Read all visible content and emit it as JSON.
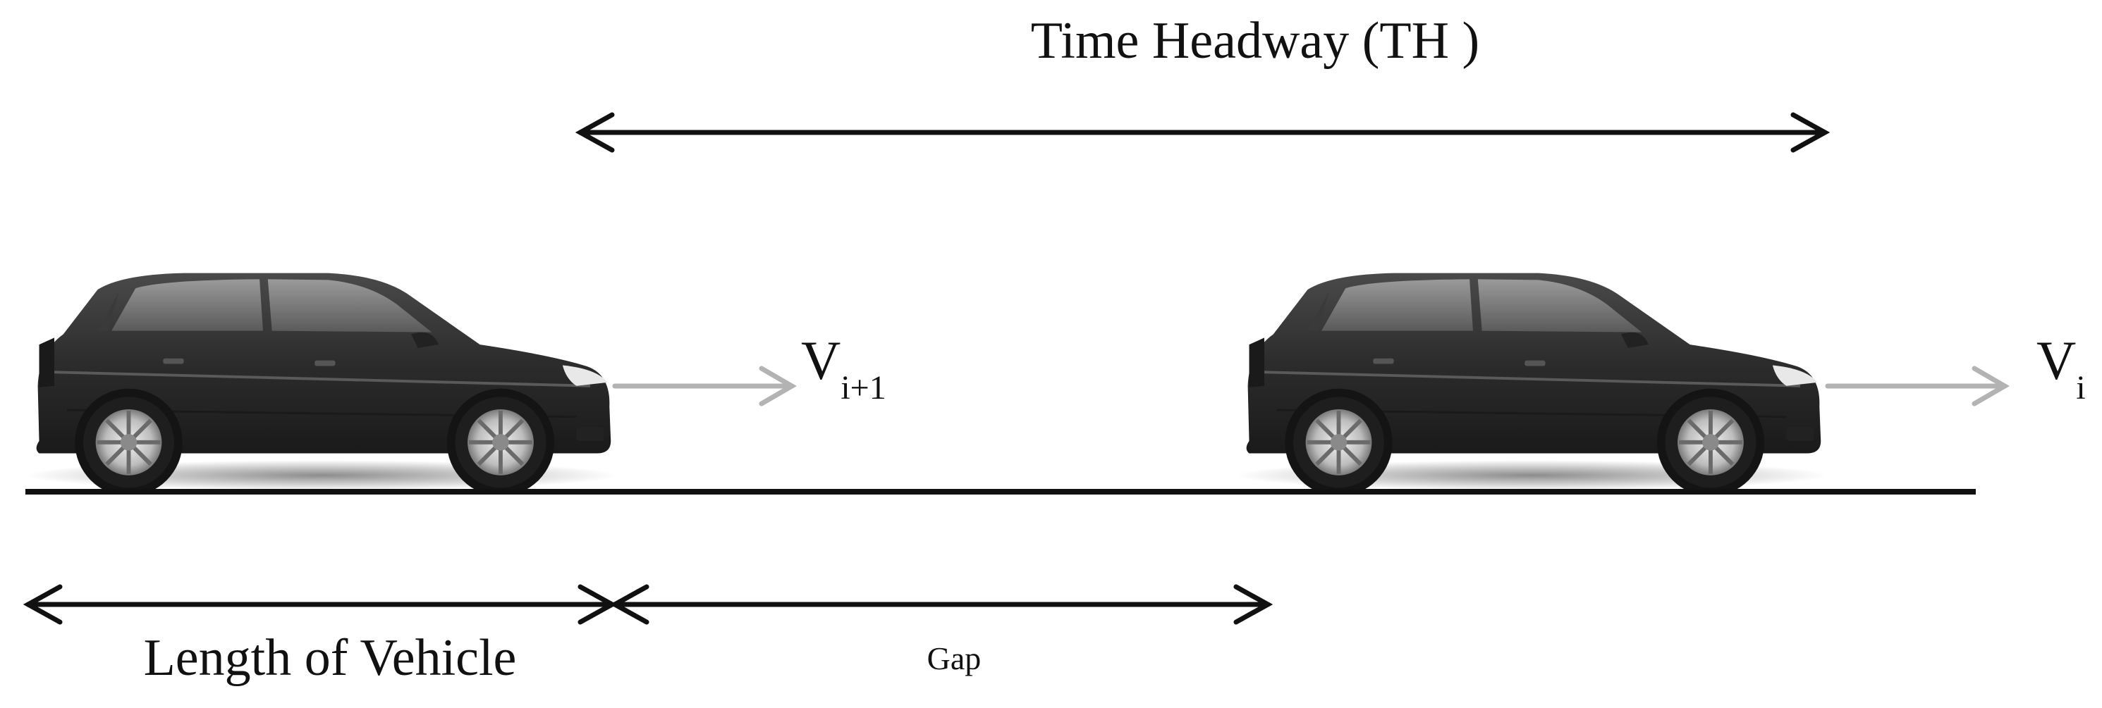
{
  "diagram": {
    "title": "Time Headway (TH )",
    "length_label": "Length of Vehicle",
    "gap_label": "Gap",
    "follower_speed": {
      "symbol": "V",
      "subscript": "i+1"
    },
    "leader_speed": {
      "symbol": "V",
      "subscript": "i"
    }
  },
  "colors": {
    "ink": "#111111",
    "speed_arrow": "#b3b3b3",
    "car_body": "#2e2e2e"
  },
  "icons": {
    "follower_vehicle": "car-icon",
    "leader_vehicle": "car-icon"
  }
}
